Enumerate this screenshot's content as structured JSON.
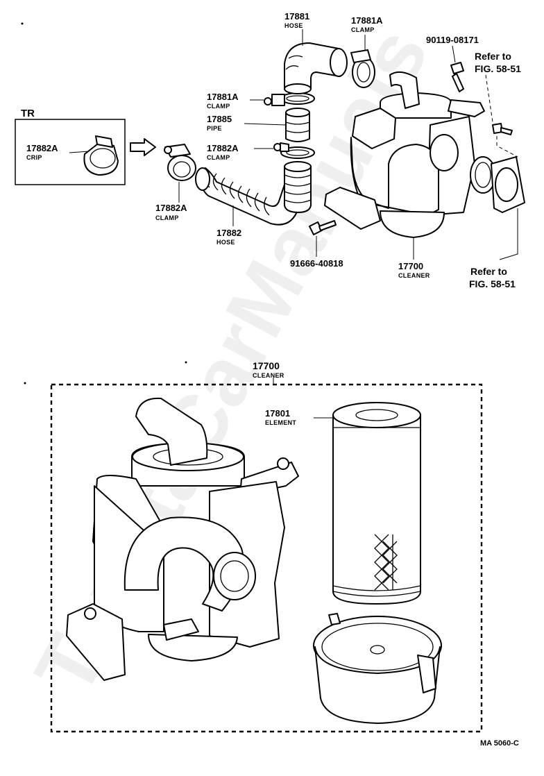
{
  "watermark": "ToyotaCarManuals",
  "labels": {
    "hose_17881": {
      "num": "17881",
      "name": "HOSE"
    },
    "clamp_17881a_top": {
      "num": "17881A",
      "name": "CLAMP"
    },
    "clamp_17881a_mid": {
      "num": "17881A",
      "name": "CLAMP"
    },
    "pipe_17885": {
      "num": "17885",
      "name": "PIPE"
    },
    "clamp_17882a_mid": {
      "num": "17882A",
      "name": "CLAMP"
    },
    "clamp_17882a_low": {
      "num": "17882A",
      "name": "CLAMP"
    },
    "hose_17882": {
      "num": "17882",
      "name": "HOSE"
    },
    "bolt_91666": {
      "num": "91666-40818"
    },
    "bolt_90119": {
      "num": "90119-08171"
    },
    "cleaner_top": {
      "num": "17700",
      "name": "CLEANER"
    },
    "cleaner_box": {
      "num": "17700",
      "name": "CLEANER"
    },
    "element_17801": {
      "num": "17801",
      "name": "ELEMENT"
    },
    "tr_box": {
      "title": "TR",
      "num": "17882A",
      "name": "CRIP"
    },
    "ref_top": {
      "line1": "Refer to",
      "line2": "FIG. 58-51"
    },
    "ref_bottom": {
      "line1": "Refer to",
      "line2": "FIG. 58-51"
    }
  },
  "figure_code": "MA  5060-C"
}
